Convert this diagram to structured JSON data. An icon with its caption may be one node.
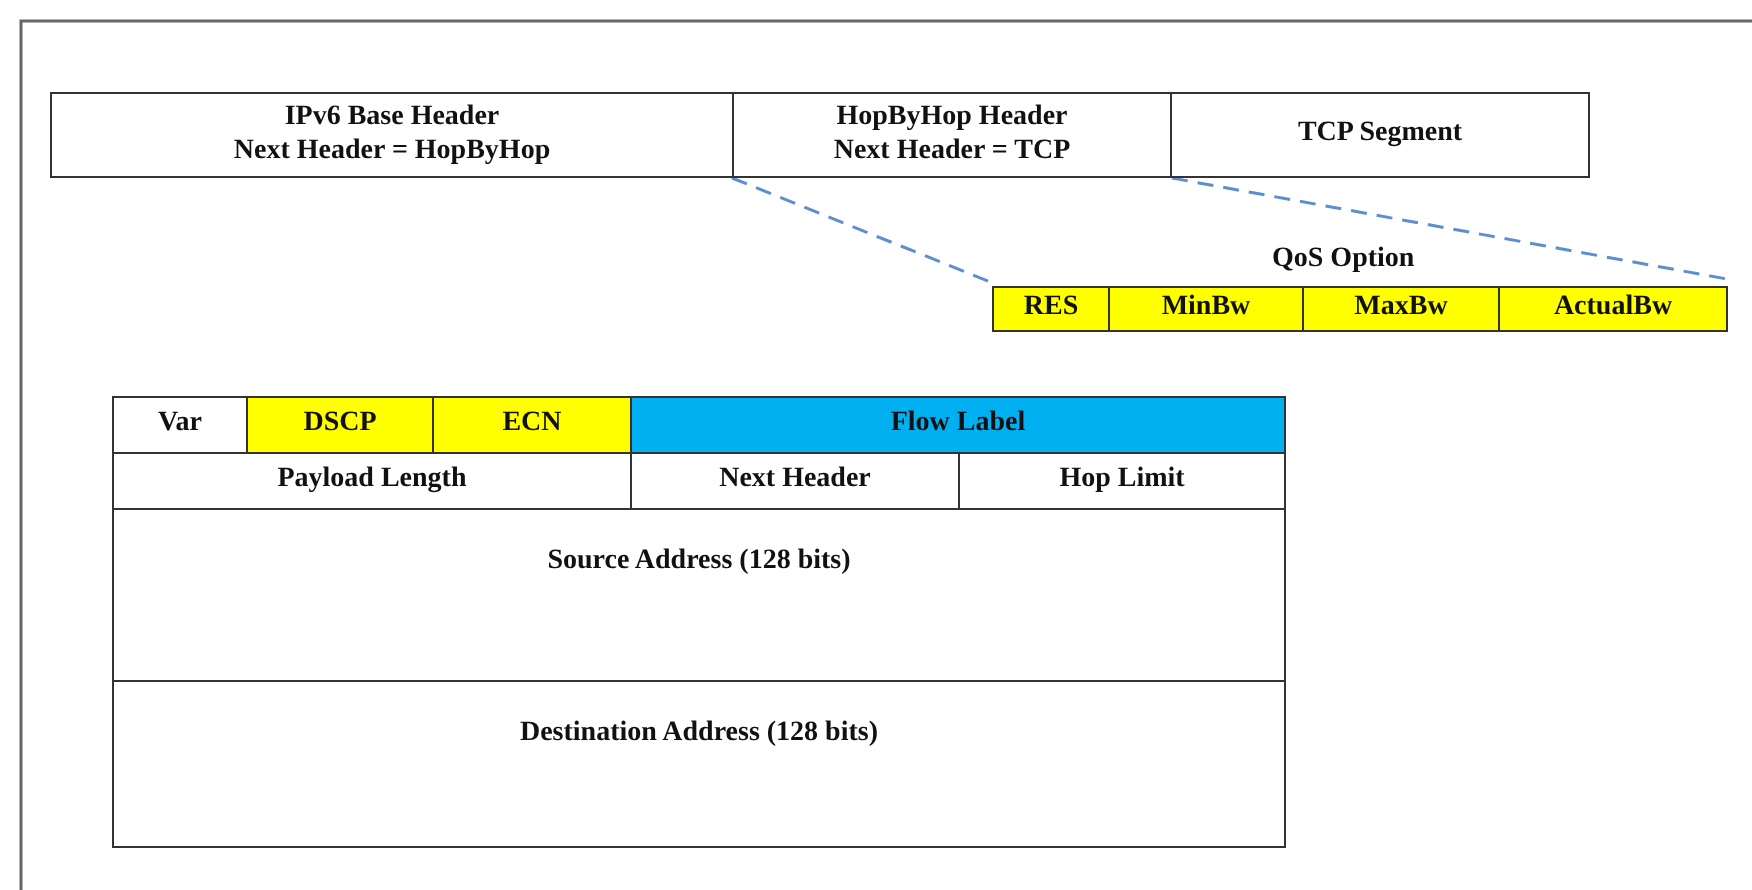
{
  "diagram": {
    "nodes": [
      {
        "text": [
          "IPv6 Base Header",
          "Next Header = HopByHop"
        ]
      },
      {
        "text": [
          "HopByHop Header",
          "Next Header = TCP"
        ]
      },
      {
        "text": [
          "TCP Segment"
        ]
      },
      {
        "text": [
          "QoS Option"
        ]
      },
      {
        "text": [
          "RES"
        ],
        "in": 3
      },
      {
        "text": [
          "MinBw"
        ],
        "in": 3
      },
      {
        "text": [
          "MaxBw"
        ],
        "in": 3
      },
      {
        "text": [
          "ActualBw"
        ],
        "in": 3
      },
      {
        "text": [
          "Var"
        ]
      },
      {
        "text": [
          "DSCP"
        ]
      },
      {
        "text": [
          "ECN"
        ]
      },
      {
        "text": [
          "Flow Label"
        ]
      },
      {
        "text": [
          "Payload Length"
        ]
      },
      {
        "text": [
          "Next Header"
        ]
      },
      {
        "text": [
          "Hop Limit"
        ]
      },
      {
        "text": [
          "Source Address (128 bits)"
        ]
      },
      {
        "text": [
          "Destination Address (128 bits)"
        ]
      }
    ],
    "edges": [
      {
        "from": 1,
        "to": 3,
        "arrow": "none",
        "style": "dashed",
        "color": "#5b8fd0"
      },
      {
        "from": 1,
        "to": 3,
        "arrow": "none",
        "style": "dashed",
        "color": "#5b8fd0"
      }
    ]
  }
}
